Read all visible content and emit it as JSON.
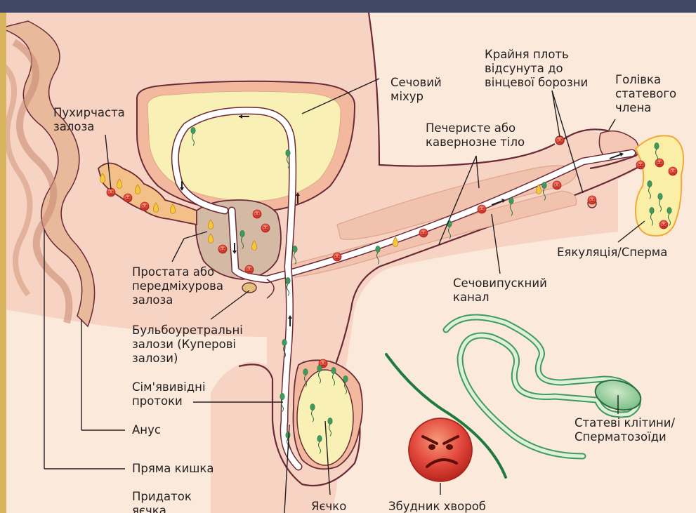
{
  "colors": {
    "header": "#414767",
    "left_stripe": "#d9b45e",
    "background": "#fbe9dc",
    "skin": "#f7d3c3",
    "organ_fill": "#f6d2c0",
    "bladder_wall": "#f3b99f",
    "urine": "#f8f0b5",
    "prostate": "#d4b9a4",
    "outline": "#6b2a37",
    "germ_red": "#e2473c",
    "sperm_green": "#3f9a5e",
    "fluid_yellow": "#f4c83a"
  },
  "labels": {
    "seminal_vesicle": "Пухирчаста\nзалоза",
    "bladder": "Сечовий\nміхур",
    "foreskin": "Крайня плоть\nвідсунута до\nвінцевої борозни",
    "glans": "Голівка\nстатевого\nчлена",
    "corpus": "Печеристе або\nкавернозне тіло",
    "ejaculation": "Еякуляція/Сперма",
    "prostate": "Простата або\nпередміхурова\nзалоза",
    "urethra": "Сечовипускний\nканал",
    "bulbourethral": "Бульбоуретральні\nзалози (Куперові\nзалози)",
    "vas_deferens": "Сім'явивідні\nпротоки",
    "anus": "Анус",
    "rectum": "Пряма кишка",
    "epididymis": "Придаток\nяєчка",
    "testis": "Яєчко",
    "pathogen": "Збудник хвороб",
    "sperm_cells": "Статеві клітини/\nСперматозоїди"
  }
}
